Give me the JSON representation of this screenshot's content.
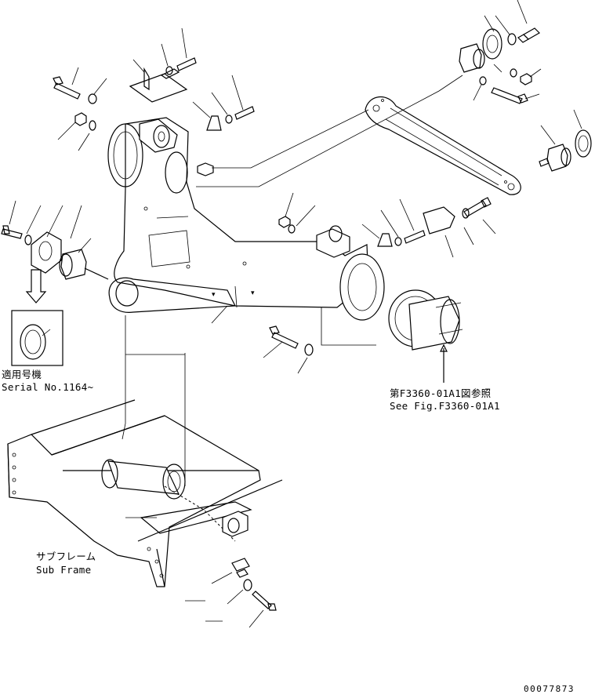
{
  "labels": {
    "serial_jp": "適用号機",
    "serial_en": "Serial No.1164~",
    "ref_jp": "第F3360-01A1図参照",
    "ref_en": "See Fig.F3360-01A1",
    "subframe_jp": "サブフレーム",
    "subframe_en": "Sub Frame",
    "drawing_code": "00077873"
  }
}
